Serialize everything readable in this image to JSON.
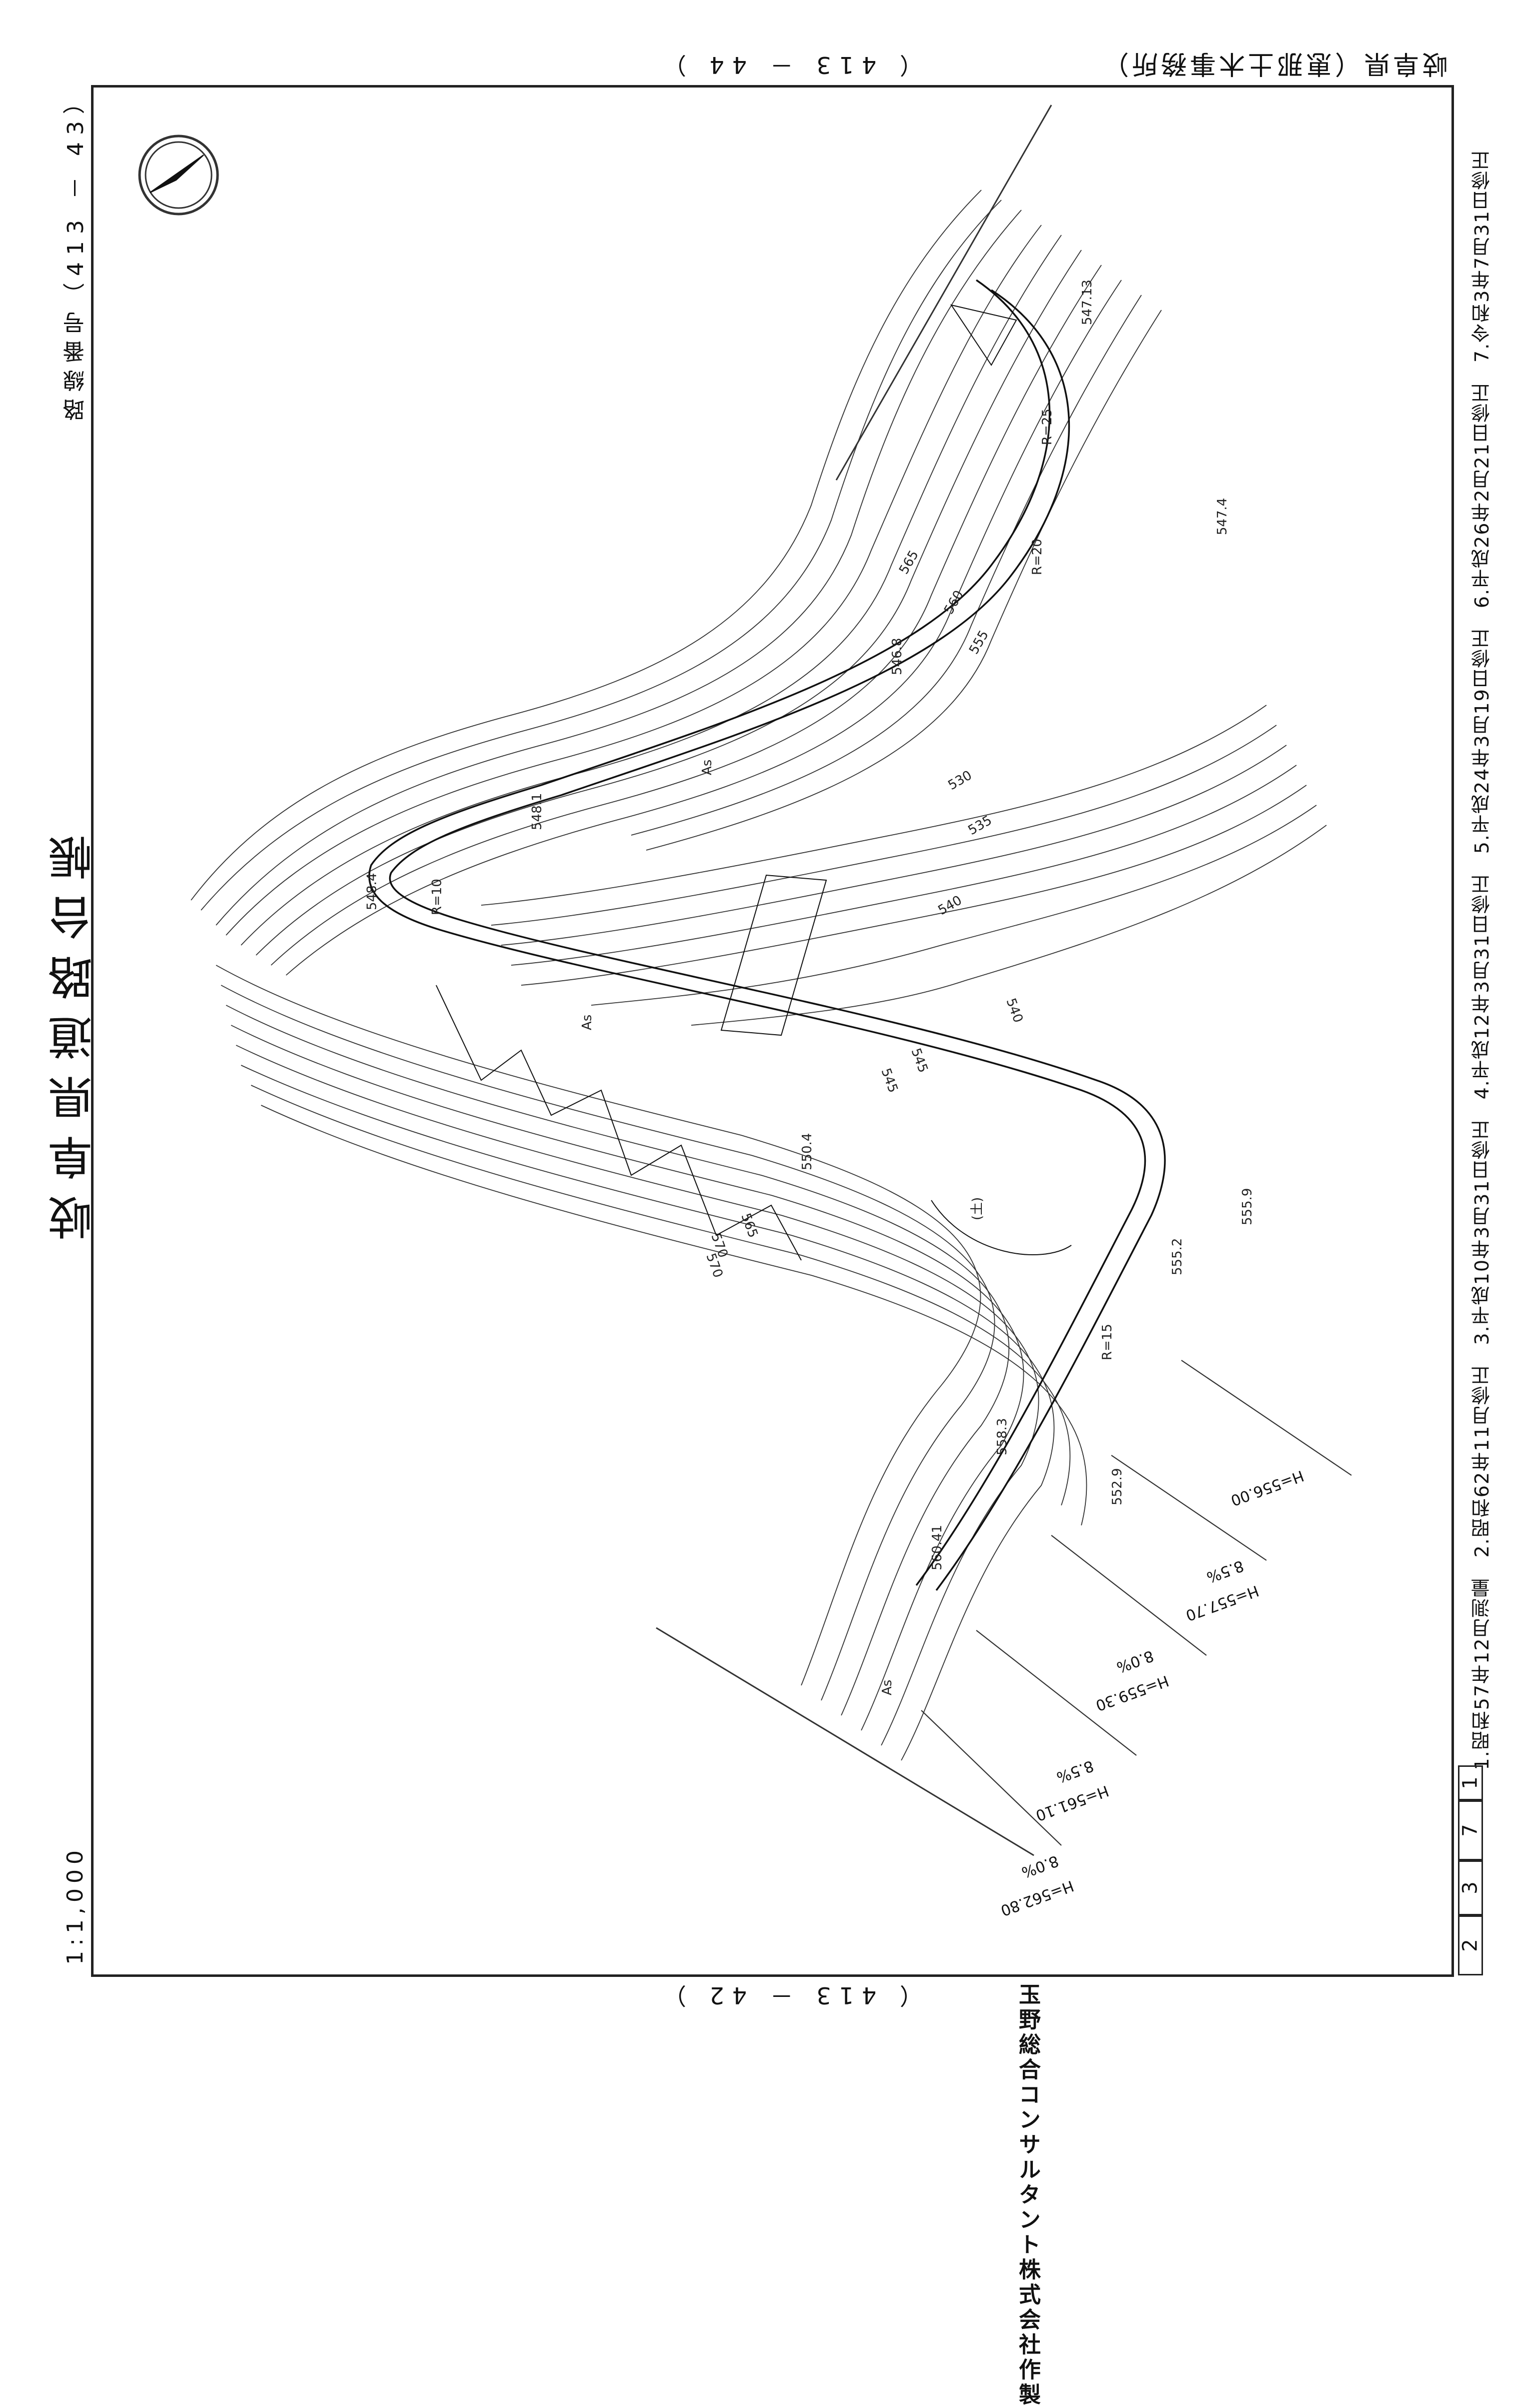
{
  "ledger_title": "岐阜県道路台帳",
  "route_number": "路線番号（413 － 43）",
  "office": "岐阜県（恵那土木事務所）",
  "scale": "1:1,000",
  "adjacent_sheet_top": "（ 413 － 44 ）",
  "adjacent_sheet_bottom": "（ 413 － 42 ）",
  "maker": "玉野総合コンサルタント株式会社作製",
  "revision_history": "1.昭和57年12月測量　2.昭和62年11月修正　3.平成10年3月31日修正　4.平成12年3月31日修正　5.平成24年3月19日修正　6.平成26年2月21日修正　7.令和3年7月31日修正",
  "sheet_codes": [
    "2",
    "3",
    "7",
    "1"
  ],
  "map": {
    "contour_labels": [
      "570",
      "565",
      "560",
      "555",
      "545",
      "540",
      "535",
      "530",
      "565",
      "570",
      "545",
      "540"
    ],
    "spot_heights": [
      "547.13",
      "547.4",
      "546.8",
      "548.1",
      "548.4",
      "550.4",
      "555.9",
      "555.2",
      "558.3",
      "560.41",
      "552.9"
    ],
    "curve_labels": [
      "R=25",
      "R=20",
      "R=10",
      "R=15"
    ],
    "road_marks": [
      "As",
      "As",
      "As",
      "(土)"
    ],
    "grade_labels": [
      {
        "h": "H=556.00",
        "pct": ""
      },
      {
        "h": "H=557.70",
        "pct": "8.5%"
      },
      {
        "h": "H=559.30",
        "pct": "8.0%"
      },
      {
        "h": "H=561.10",
        "pct": "8.5%"
      },
      {
        "h": "H=562.80",
        "pct": "8.0%"
      }
    ]
  }
}
